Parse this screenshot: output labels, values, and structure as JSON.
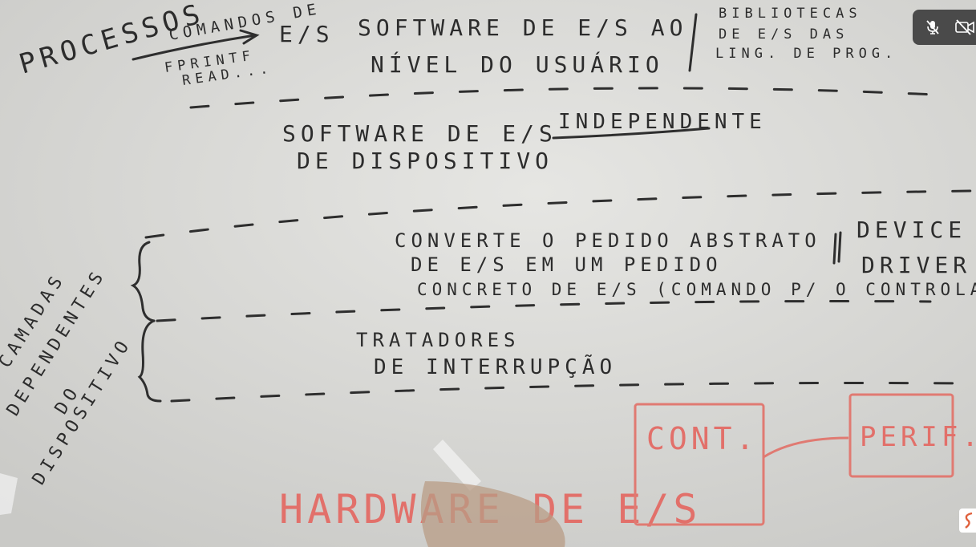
{
  "board": {
    "processos": "PROCESSOS",
    "comandos": "COMANDOS DE",
    "printf": "FPRINTF",
    "read": "READ...",
    "es": "E/S",
    "user_level_1": "SOFTWARE DE E/S AO",
    "user_level_2": "NÍVEL DO USUÁRIO",
    "biblio_1": "BIBLIOTECAS",
    "biblio_2": "DE E/S DAS",
    "biblio_3": "LING. DE PROG.",
    "indep_1": "SOFTWARE DE E/S",
    "indep_word": "INDEPENDENTE",
    "indep_2": "DE DISPOSITIVO",
    "converte_1": "CONVERTE O PEDIDO ABSTRATO",
    "converte_2": "DE E/S EM UM PEDIDO",
    "converte_3": "CONCRETO DE E/S (COMANDO P/ O CONTROLADOR)",
    "device": "DEVICE",
    "driver": "DRIVER",
    "tratadores_1": "TRATADORES",
    "tratadores_2": "DE INTERRUPÇÃO",
    "camadas_1": "CAMADAS",
    "camadas_2": "DEPENDENTES",
    "camadas_3": "DO",
    "camadas_4": "DISPOSITIVO",
    "hardware": "HARDWARE DE E/S",
    "cont": "CONT.",
    "perif": "PERIF."
  },
  "controls": {
    "mic_icon": "mic-muted-icon",
    "camera_icon": "camera-off-icon"
  },
  "colors": {
    "board": "#d9d9d6",
    "marker_black": "#2c2c2c",
    "marker_red": "#e2706a",
    "control_bg": "#4a4a4a"
  }
}
